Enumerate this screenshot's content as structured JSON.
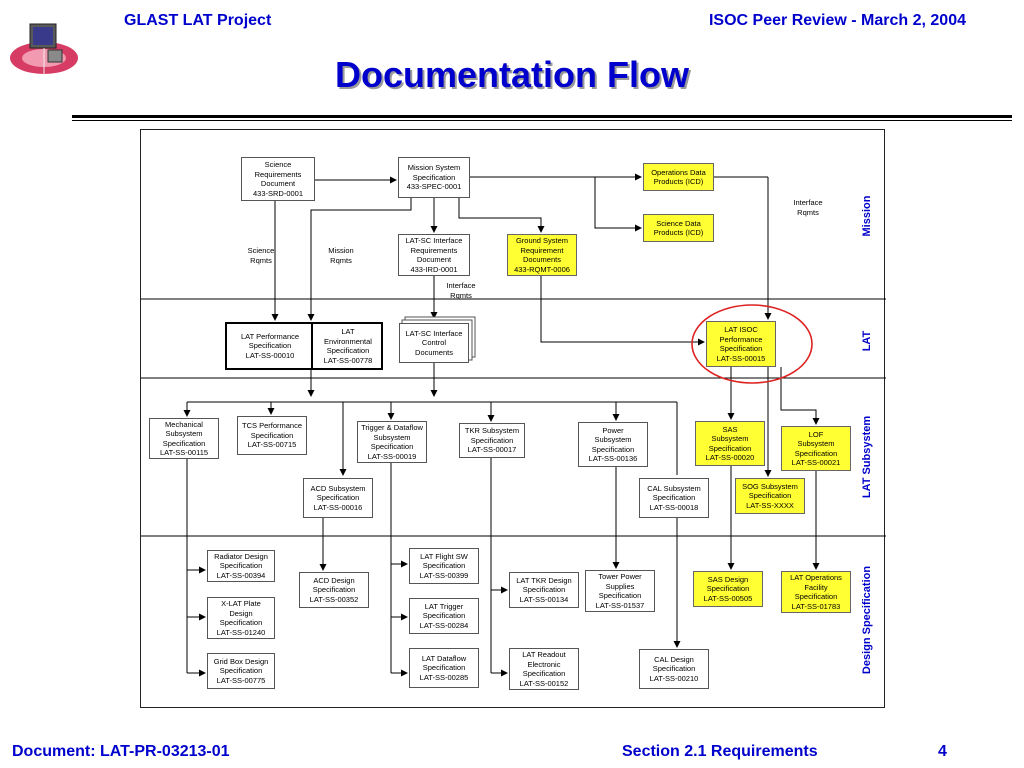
{
  "header": {
    "project": "GLAST LAT Project",
    "review": "ISOC Peer Review -  March 2, 2004"
  },
  "title": "Documentation Flow",
  "bands": {
    "mission": "Mission",
    "lat": "LAT",
    "lat_subsystem": "LAT Subsystem",
    "design_spec": "Design Specification"
  },
  "boxes": {
    "srd": "Science\nRequirements\nDocument\n433-SRD-0001",
    "mission_spec": "Mission System\nSpecification\n433-SPEC-0001",
    "ops_data": "Operations Data\nProducts (ICD)",
    "sci_data": "Science Data\nProducts (ICD)",
    "lat_sc_ird": "LAT-SC Interface\nRequirements\nDocument\n433-IRD-0001",
    "ground_sys": "Ground System\nRequirement\nDocuments\n433-RQMT-0006",
    "lat_perf": "LAT Performance\nSpecification\nLAT-SS-00010",
    "lat_env": "LAT\nEnvironmental\nSpecification\nLAT-SS-00778",
    "lat_sc_icd": "LAT-SC Interface\nControl\nDocuments",
    "isoc_perf": "LAT ISOC\nPerformance\nSpecification\nLAT-SS-00015",
    "mech": "Mechanical\nSubsystem\nSpecification\nLAT-SS-00115",
    "tcs": "TCS Performance\nSpecification\nLAT-SS-00715",
    "trigger": "Trigger & Dataflow\nSubsystem\nSpecification\nLAT-SS-00019",
    "tkr": "TKR Subsystem\nSpecification\nLAT-SS-00017",
    "power": "Power\nSubsystem\nSpecification\nLAT-SS-00136",
    "sas": "SAS\nSubsystem\nSpecification\nLAT-SS-00020",
    "lof": "LOF\nSubsystem\nSpecification\nLAT-SS-00021",
    "acd_sub": "ACD Subsystem\nSpecification\nLAT-SS-00016",
    "cal_sub": "CAL Subsystem\nSpecification\nLAT-SS-00018",
    "sog": "SOG Subsystem\nSpecification\nLAT-SS-XXXX",
    "radiator": "Radiator Design\nSpecification\nLAT-SS-00394",
    "xlat": "X-LAT Plate\nDesign\nSpecification\nLAT-SS-01240",
    "gridbox": "Grid Box Design\nSpecification\nLAT-SS-00775",
    "acd_design": "ACD Design\nSpecification\nLAT-SS-00352",
    "flight_sw": "LAT Flight SW\nSpecification\nLAT-SS-00399",
    "lat_trigger": "LAT Trigger\nSpecification\nLAT-SS-00284",
    "lat_dataflow": "LAT Dataflow\nSpecification\nLAT-SS-00285",
    "tkr_design": "LAT TKR Design\nSpecification\nLAT-SS-00134",
    "readout": "LAT Readout\nElectronic\nSpecification\nLAT-SS-00152",
    "tower_power": "Tower Power\nSupplies\nSpecification\nLAT-SS-01537",
    "cal_design": "CAL Design\nSpecification\nLAT-SS-00210",
    "sas_design": "SAS Design\nSpecification\nLAT-SS-00505",
    "lat_ops": "LAT Operations\nFacility\nSpecification\nLAT-SS-01783"
  },
  "notes": {
    "science_rqmts": "Science\nRqmts",
    "mission_rqmts": "Mission\nRqmts",
    "interface_rqmts_1": "Interface\nRqmts",
    "interface_rqmts_2": "Interface\nRqmts"
  },
  "footer": {
    "document": "Document:  LAT-PR-03213-01",
    "section": "Section 2.1   Requirements",
    "page": "4"
  },
  "colors": {
    "accent": "#0000cc",
    "highlight_box": "#ffff33",
    "circle": "#dd2222"
  }
}
